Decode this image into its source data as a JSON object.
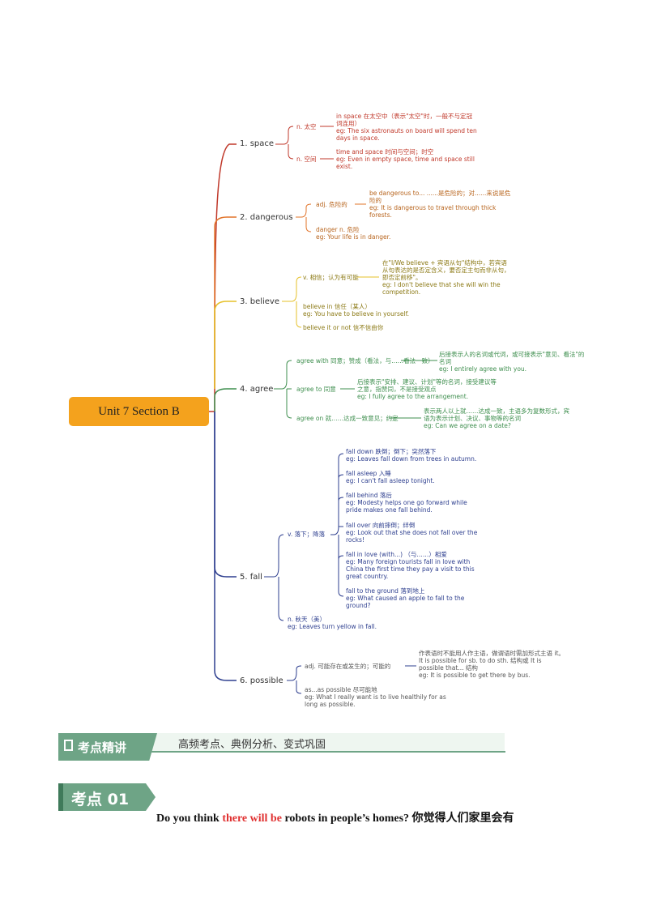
{
  "mindmap": {
    "root": "Unit 7 Section B",
    "branches": {
      "space": {
        "label": "1. space",
        "n_taikong": "n. 太空",
        "n_taikong_note": "in space  在太空中（表示\"太空\"时，一般不与定冠词连用）\neg: The six astronauts on board will spend ten days in space.",
        "n_kongjian": "n. 空间",
        "n_kongjian_note": "time and space 时间与空间；时空\neg: Even in empty space, time and space still exist."
      },
      "dangerous": {
        "label": "2. dangerous",
        "adj": "adj. 危险的",
        "adj_note": "be dangerous to... ......是危险的；对......来说是危险的\neg: It is dangerous to travel through thick forests.",
        "danger": "danger n. 危险\neg: Your life is in danger."
      },
      "believe": {
        "label": "3. believe",
        "v": "v. 相信；认为有可能",
        "v_note": "在\"I/We believe + 宾语从句\"结构中，若宾语从句表达的是否定含义，要否定主句而非从句，即否定前移\"。\neg: I don't believe that she will win the competition.",
        "believe_in": "believe in  信任（某人）\neg: You have to believe in yourself.",
        "believe_it": "believe it or not  信不信由你"
      },
      "agree": {
        "label": "4. agree",
        "agree_with": "agree with  同意；赞成（看法，与……看法一致）",
        "agree_with_note": "后接表示人的名词或代词，或可接表示\"意见、看法\"的名词\neg: I entirely agree with you.",
        "agree_to": "agree to  同意",
        "agree_to_note": "后接表示\"安排、建议、计划\"等的名词，接受建议等之意，指赞同，不是接受观点\neg: I fully agree to the arrangement.",
        "agree_on": "agree on  就……达成一致意见；约定",
        "agree_on_note": "表示两人以上就……达成一致，主语多为复数形式，宾语为表示计划、决议、事物等的名词\neg: Can we agree on a date?"
      },
      "fall": {
        "label": "5. fall",
        "v": "v. 落下；降落",
        "items": [
          "fall down  跌倒；倒下；突然落下\neg: Leaves fall down from trees in autumn.",
          "fall asleep  入睡\neg: I can't fall asleep tonight.",
          "fall behind  落后\neg: Modesty helps one go forward while pride makes one fall behind.",
          "fall over  向前摔倒；绊倒\neg: Look out that she does not fall over the rocks!",
          "fall in love (with...)  （与……）相爱\neg: Many foreign tourists fall in love with China the first time they pay a visit to this great country.",
          "fall to the ground 落到地上\neg: What caused an apple to fall to the ground?"
        ],
        "n": "n. 秋天（美）\neg: Leaves turn yellow in fall."
      },
      "possible": {
        "label": "6. possible",
        "adj": "adj. 可能存在或发生的；可能的",
        "adj_note": "作表语时不能用人作主语，做谓语时需加形式主语 it。\nIt is possible for sb. to do sth. 结构或 It is possible that... 结构\neg: It is possible to get there by bus.",
        "asas": "as...as possible  尽可能地\neg: What I really want is to live healthily for as long as possible."
      }
    }
  },
  "section_banner": {
    "title": "考点精讲",
    "subtitle": "高频考点、典例分析、变式巩固"
  },
  "point": {
    "badge": "考点 01",
    "sentence_before": "Do you think ",
    "sentence_highlight": "there will be",
    "sentence_after": " robots in people’s homes?  你觉得人们家里会有"
  },
  "colors": {
    "root": "#f4a21d",
    "space": "#c0392b",
    "dangerous": "#e2742a",
    "believe": "#e6c12a",
    "agree": "#3f8f4f",
    "fall": "#2e3f8f",
    "possible": "#2e3f8f",
    "banner": "#6ea486",
    "highlight": "#e03030"
  }
}
